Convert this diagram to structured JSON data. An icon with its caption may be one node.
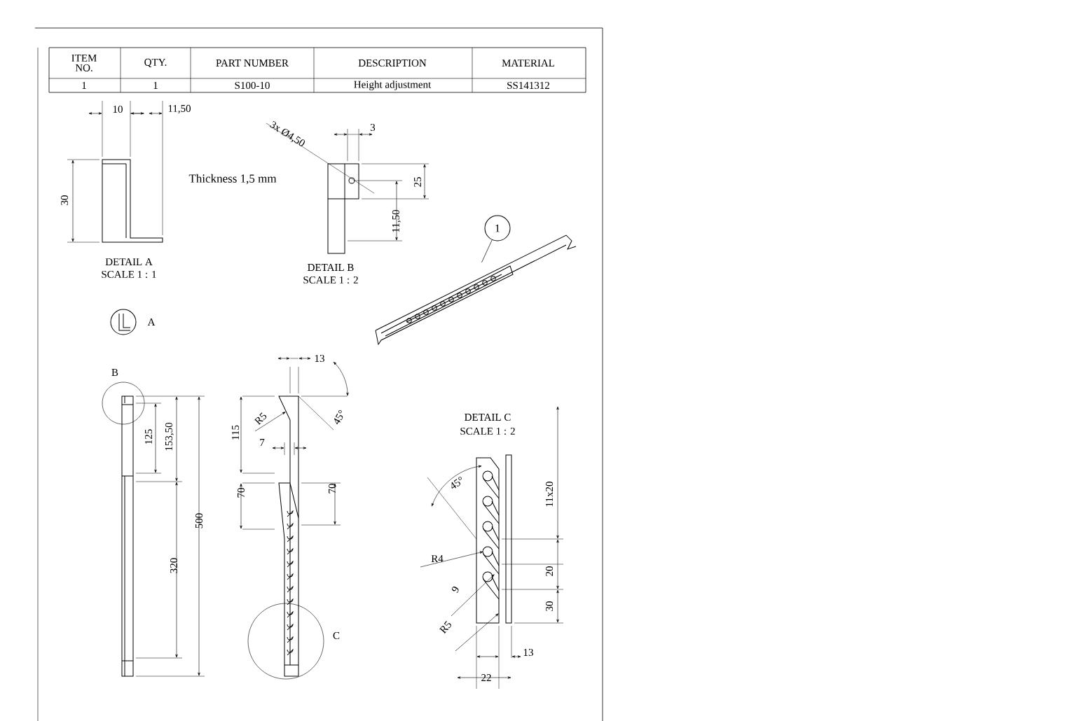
{
  "diagram": {
    "nodes": [
      {
        "text": [
          "1"
        ]
      },
      {
        "text": [],
        "shape": "picture"
      }
    ],
    "edges": [
      {
        "from": 0,
        "to": 1,
        "arrow": "none"
      }
    ],
    "labels": [
      "ITEM NO.",
      "QTY.",
      "PART NUMBER",
      "DESCRIPTION",
      "MATERIAL",
      "1",
      "1",
      "S100-10",
      "Height adjustment",
      "SS141312",
      "10",
      "11,50",
      "30",
      "Thickness 1,5 mm",
      "DETAIL A",
      "SCALE 1 : 1",
      "3x Ø4,50",
      "3",
      "25",
      "11,50",
      "DETAIL B",
      "SCALE 1 : 2",
      "A",
      "B",
      "13",
      "R5",
      "45°",
      "125",
      "153,50",
      "500",
      "320",
      "115",
      "7",
      "70",
      "70",
      "C",
      "DETAIL C",
      "SCALE 1 : 2",
      "45°",
      "11x20",
      "R4",
      "9",
      "20",
      "30",
      "R5",
      "13",
      "22"
    ]
  }
}
